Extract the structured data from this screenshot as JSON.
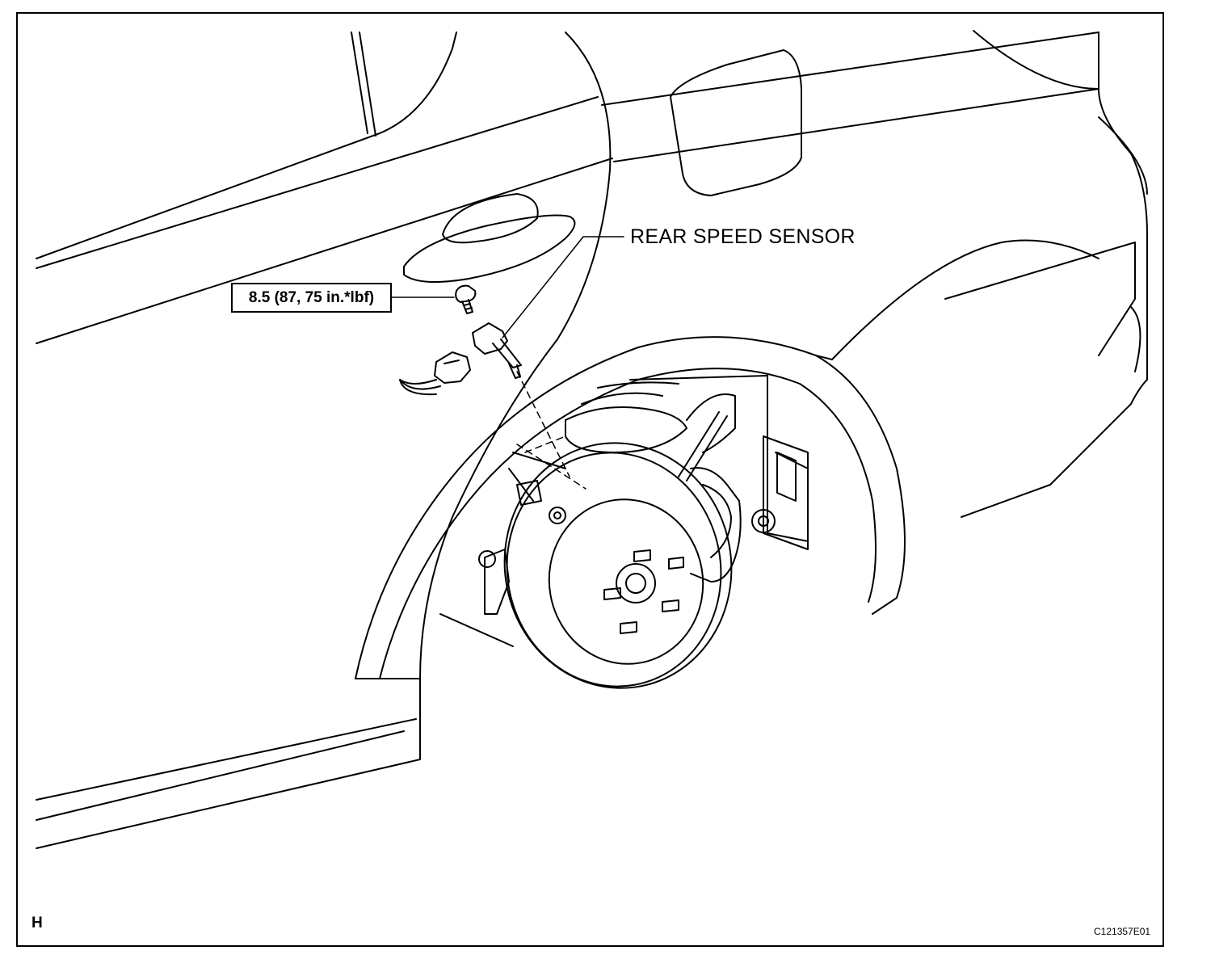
{
  "callouts": {
    "sensor_label": "REAR SPEED SENSOR",
    "torque_spec": "8.5 (87, 75 in.*lbf)"
  },
  "footer": {
    "corner_letter": "H",
    "figure_code": "C121357E01"
  },
  "colors": {
    "line": "#000000",
    "background": "#ffffff"
  }
}
